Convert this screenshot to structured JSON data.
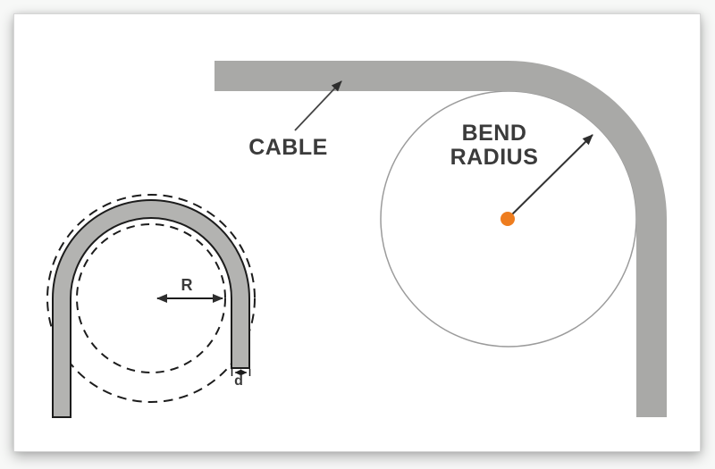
{
  "main_diagram": {
    "cable_label": "CABLE",
    "bend_radius_label_line1": "BEND",
    "bend_radius_label_line2": "RADIUS"
  },
  "detail_diagram": {
    "radius_label": "R",
    "diameter_label": "d"
  },
  "colors": {
    "cable_fill": "#a9a9a7",
    "detail_cable_fill": "#b3b3b1",
    "detail_outline": "#1c1c1c",
    "circle_stroke": "#9b9b9b",
    "center_dot": "#ee7d1f",
    "arrow_line": "#3a3a3a",
    "text": "#3b3b3b",
    "card_background": "#ffffff"
  },
  "icons": {
    "pointer_arrowhead": "filled-triangle-arrowhead",
    "dimension_arrow": "double-headed-arrow"
  }
}
